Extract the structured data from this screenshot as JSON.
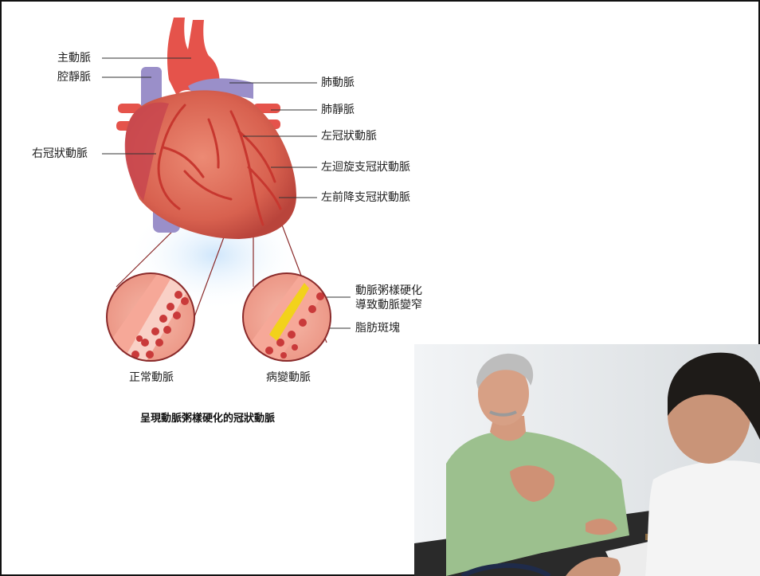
{
  "labels": {
    "aorta": "主動脈",
    "vena_cava": "腔靜脈",
    "pulmonary_artery": "肺動脈",
    "pulmonary_vein": "肺靜脈",
    "left_coronary": "左冠狀動脈",
    "right_coronary": "右冠狀動脈",
    "left_circumflex": "左迴旋支冠狀動脈",
    "left_anterior_descending": "左前降支冠狀動脈",
    "atherosclerosis_line1": "動脈粥樣硬化",
    "atherosclerosis_line2": "導致動脈變窄",
    "fatty_plaque": "脂肪斑塊",
    "normal_artery": "正常動脈",
    "diseased_artery": "病變動脈"
  },
  "caption": "呈現動脈粥樣硬化的冠狀動脈",
  "colors": {
    "artery_red": "#e5534b",
    "heart_body": "#d9644f",
    "vein_blue": "#9a8fc9",
    "plaque_yellow": "#f2d21b",
    "blood_cell": "#c93a3a"
  }
}
